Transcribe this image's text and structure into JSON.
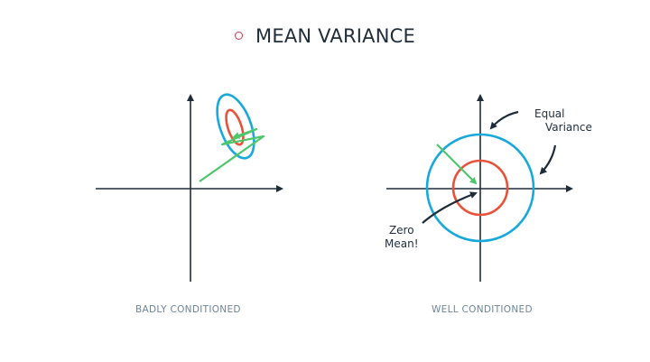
{
  "title": "MEAN VARIANCE",
  "panels": {
    "left": {
      "caption": "BADLY CONDITIONED"
    },
    "right": {
      "caption": "WELL CONDITIONED",
      "annotation_top_line1": "Equal",
      "annotation_top_line2": "Variance",
      "annotation_bottom_line1": "Zero",
      "annotation_bottom_line2": "Mean!"
    }
  },
  "colors": {
    "axis": "#1f2d3a",
    "outer_contour": "#18a9dc",
    "inner_contour": "#e8523a",
    "path": "#4cc76b",
    "bullet": "#d0394e",
    "caption": "#6d8596"
  }
}
